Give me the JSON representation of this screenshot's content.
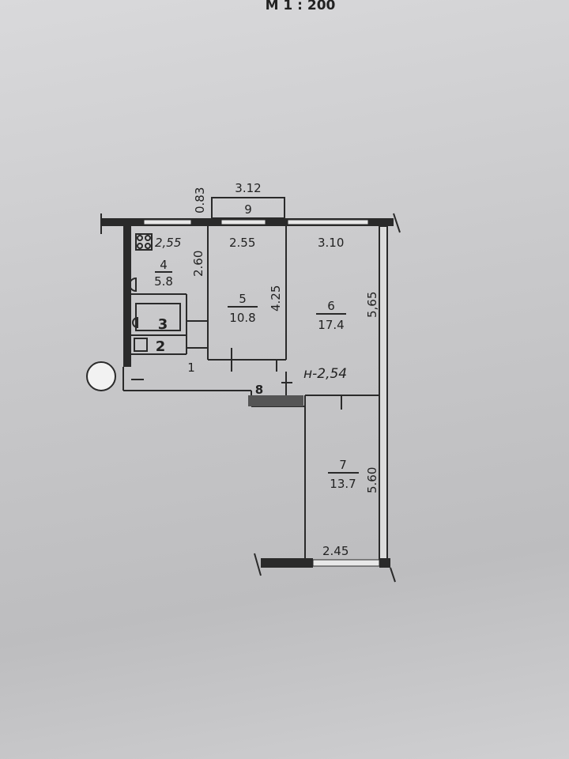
{
  "scale_label": "М 1 : 200",
  "level_mark": "н-2,54",
  "rooms": [
    {
      "number": "1"
    },
    {
      "number": "2"
    },
    {
      "number": "3"
    },
    {
      "number": "4",
      "area": "5.8"
    },
    {
      "number": "5",
      "area": "10.8"
    },
    {
      "number": "6",
      "area": "17.4"
    },
    {
      "number": "7",
      "area": "13.7"
    },
    {
      "number": "8"
    },
    {
      "number": "9"
    }
  ],
  "dimensions": {
    "balcony_width": "3.12",
    "balcony_depth": "0.83",
    "kitchen_width": "2,55",
    "kitchen_length": "2.60",
    "room5_width": "2.55",
    "room5_length": "4.25",
    "room6_width": "3.10",
    "room6_length": "5,65",
    "room7_length": "5.60",
    "room7_width": "2.45"
  }
}
